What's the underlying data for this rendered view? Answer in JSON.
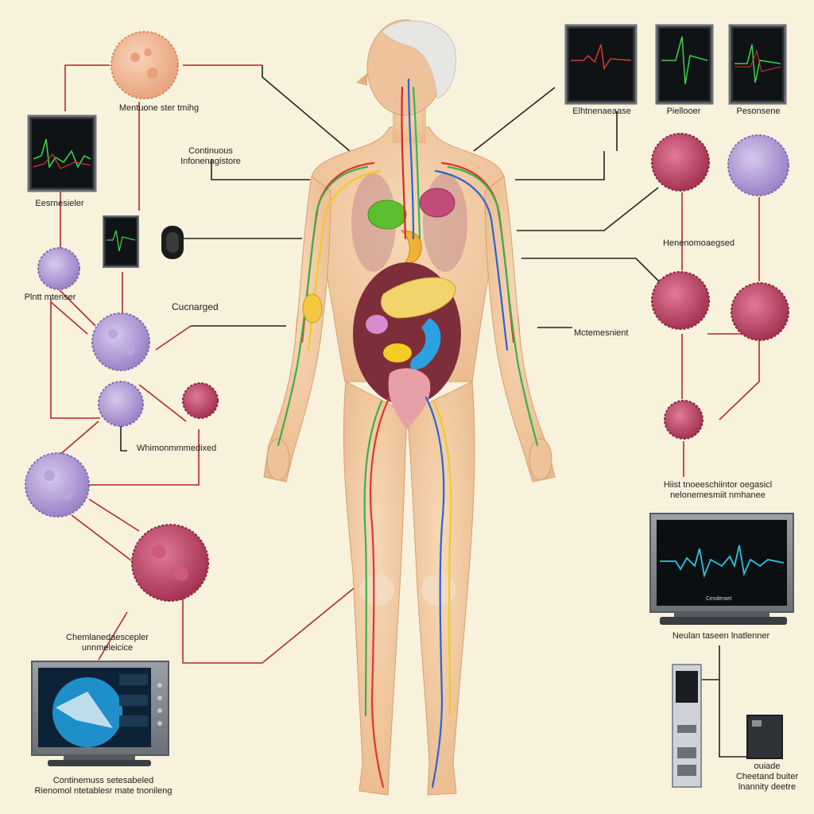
{
  "labels": {
    "top_cell": "Mentuone ster tmihg",
    "cont_info_line1": "Continuous",
    "cont_info_line2": "Infonenagistore",
    "left_monitor": "Eesrnesieler",
    "left_cell": "Plntt mtenser",
    "cucnarged": "Cucnarged",
    "whimonomedixed": "Whimonmmmedixed",
    "chemical_line1": "Chemlanedaescepler",
    "chemical_line2": "unnmeleicice",
    "bottom_left_line1": "Continemuss setesabeled",
    "bottom_left_line2": "Rienomol ntetablesr mate tnonileng",
    "top_mon_1": "Elhtnenaeaase",
    "top_mon_2": "Piellooer",
    "top_mon_3": "Pesonsene",
    "right_hena": "Henenomoaegsed",
    "right_mctern": "Mctemesnient",
    "right_hist_line1": "Hiist tnoeeschiintor oegasicl",
    "right_hist_line2": "nelonemesmiit nmhanee",
    "right_monitor": "Neulan taseen lnatlenner",
    "right_device_line1": "ouiade",
    "right_device_line2": "Cheetand buiter",
    "right_device_line3": "lnannity deetre"
  },
  "screen_text": {
    "right_monitor_bottom": "Cesderaet"
  },
  "colors": {
    "background": "#f8f2dc",
    "skin": "#f1c9a0",
    "connector": "#b3282a",
    "pointer": "#222222",
    "cell_pink": "#b63f63",
    "cell_purple": "#a994cf",
    "cell_peach": "#f0b896",
    "monitor_bg": "#101316"
  }
}
